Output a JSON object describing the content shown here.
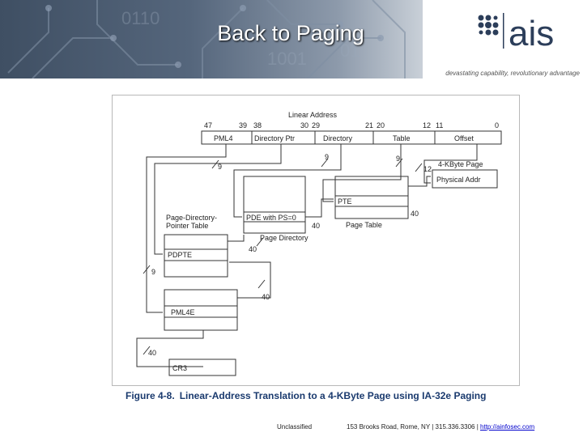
{
  "slide": {
    "title": "Back to Paging"
  },
  "logo": {
    "text": "ais",
    "tagline": "devastating capability, revolutionary advantage"
  },
  "diagram": {
    "address_label": "Linear Address",
    "bits": [
      "47",
      "39",
      "38",
      "30",
      "29",
      "21",
      "20",
      "12",
      "11",
      "0"
    ],
    "fields": [
      "PML4",
      "Directory Ptr",
      "Directory",
      "Table",
      "Offset"
    ],
    "widths": {
      "a": "9",
      "b": "9",
      "c": "9",
      "d": "9",
      "e": "12",
      "f": "9",
      "g": "40",
      "h": "40",
      "i": "40",
      "j": "40",
      "k": "40"
    },
    "page_label": "4-KByte Page",
    "physical_addr": "Physical Addr",
    "pte": "PTE",
    "pde": "PDE with PS=0",
    "page_table": "Page Table",
    "page_directory": "Page Directory",
    "pdpt_label_1": "Page-Directory-",
    "pdpt_label_2": "Pointer Table",
    "pdpte": "PDPTE",
    "pml4e": "PML4E",
    "cr3": "CR3"
  },
  "caption": {
    "figure": "Figure 4-8.",
    "text": "Linear-Address Translation to a 4-KByte Page using IA-32e Paging"
  },
  "footer": {
    "classification": "Unclassified",
    "address": "153 Brooks Road, Rome, NY | 315.336.3306 |",
    "url": "http://ainfosec.com"
  }
}
